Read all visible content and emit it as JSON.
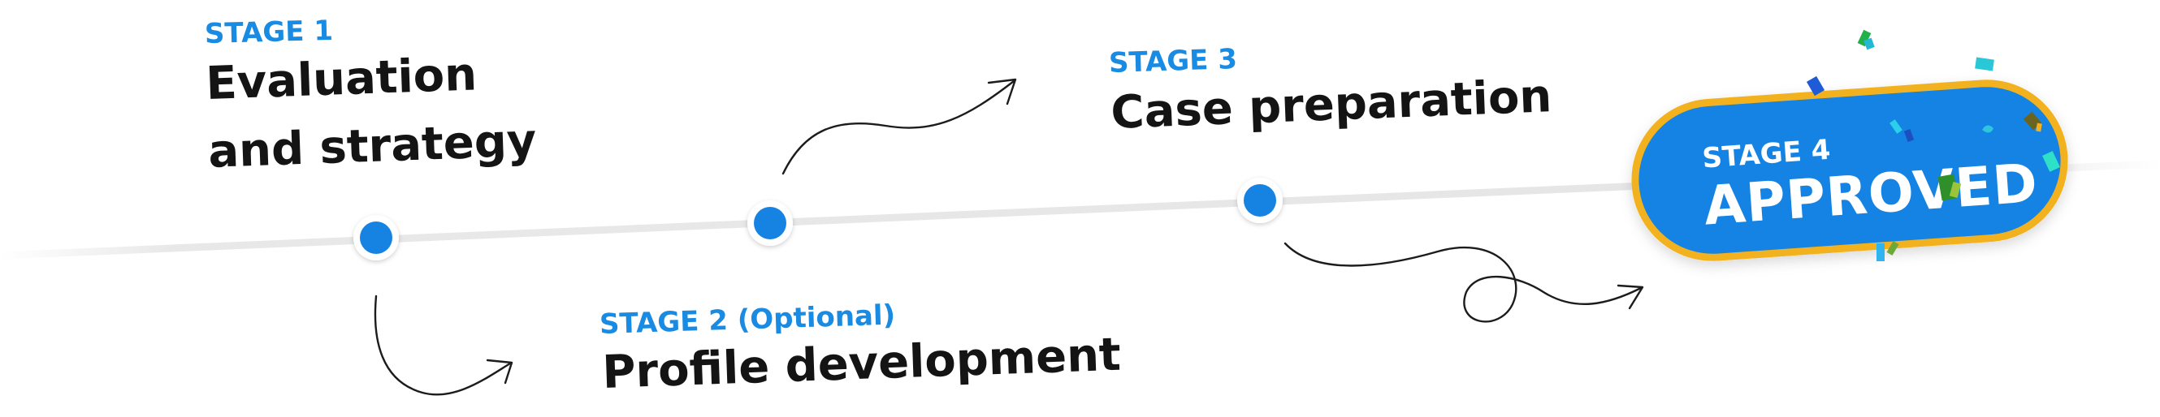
{
  "stages": [
    {
      "label": "STAGE 1",
      "title": "Evaluation and strategy"
    },
    {
      "label": "STAGE 2 (Optional)",
      "title": "Profile development"
    },
    {
      "label": "STAGE 3",
      "title": "Case preparation"
    },
    {
      "label": "STAGE 4",
      "title": "APPROVED"
    }
  ],
  "colors": {
    "accent_blue": "#1a8be3",
    "pill_blue": "#1583e3",
    "pill_border": "#f2b21f",
    "title_text": "#141414",
    "timeline": "#e6e6e6",
    "arrow": "#1c1c1c"
  },
  "decorations": {
    "confetti": [
      "green",
      "cyan",
      "blue",
      "olive",
      "teal"
    ]
  }
}
